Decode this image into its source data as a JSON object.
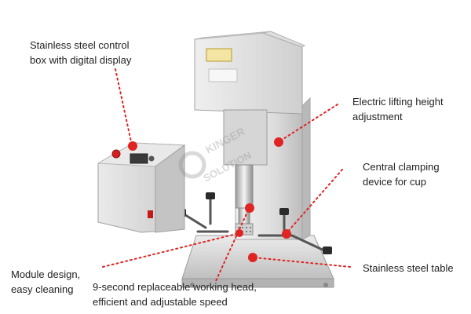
{
  "annotations": {
    "control_box": "Stainless steel control\nbox with digital display",
    "lifting": "Electric lifting height\nadjustment",
    "clamping": "Central clamping\ndevice for cup",
    "table": "Stainless steel table",
    "module": "Module design,\neasy cleaning",
    "working_head": "9-second replaceable working head,\nefficient and adjustable speed"
  },
  "watermark": "KINGER SOLUTION",
  "colors": {
    "callout": "#e02424",
    "steel_light": "#e4e4e4",
    "steel_mid": "#c9c9c9",
    "steel_dark": "#a9a9a9"
  }
}
